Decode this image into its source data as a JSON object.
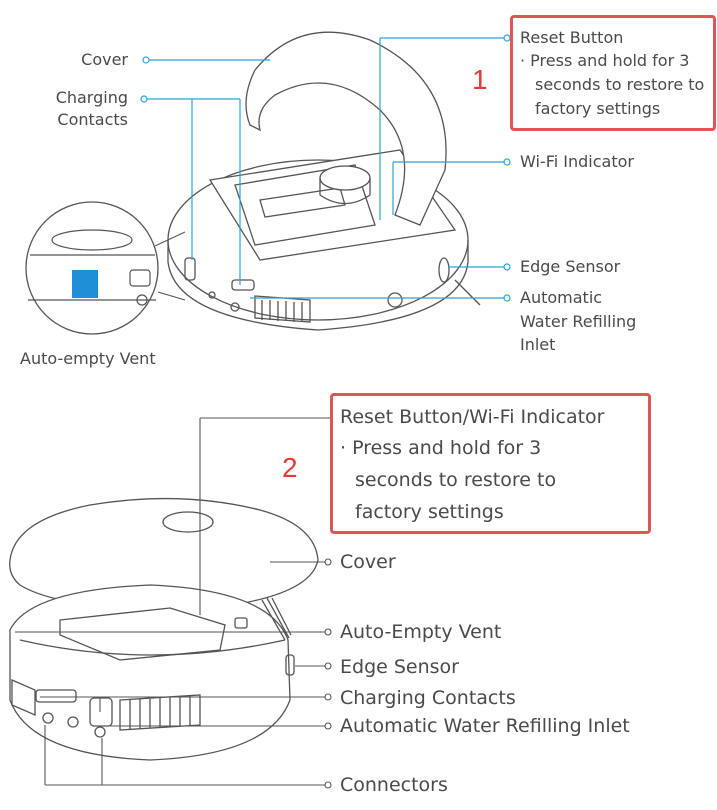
{
  "callouts": {
    "number_1": "1",
    "number_2": "2"
  },
  "diagram_top": {
    "cover": "Cover",
    "charging_contacts_line1": "Charging",
    "charging_contacts_line2": "Contacts",
    "auto_empty_vent": "Auto-empty Vent",
    "reset_title": "Reset Button",
    "reset_desc_1": "· Press and hold for 3",
    "reset_desc_2": "seconds to restore to",
    "reset_desc_3": "factory settings",
    "wifi_indicator": "Wi-Fi Indicator",
    "edge_sensor": "Edge Sensor",
    "water_1": "Automatic",
    "water_2": "Water Refilling",
    "water_3": "Inlet"
  },
  "diagram_bottom": {
    "reset_title": "Reset Button/Wi-Fi Indicator",
    "reset_desc_1": "· Press and hold for 3",
    "reset_desc_2": "seconds to restore to",
    "reset_desc_3": "factory settings",
    "cover": "Cover",
    "auto_empty_vent": "Auto-Empty Vent",
    "edge_sensor": "Edge Sensor",
    "charging_contacts": "Charging Contacts",
    "water": "Automatic Water Refilling Inlet",
    "connectors": "Connectors"
  },
  "colors": {
    "leader_line": "#2aa5d6",
    "highlight_box": "#e05555",
    "vent_blue": "#1e90d8"
  }
}
